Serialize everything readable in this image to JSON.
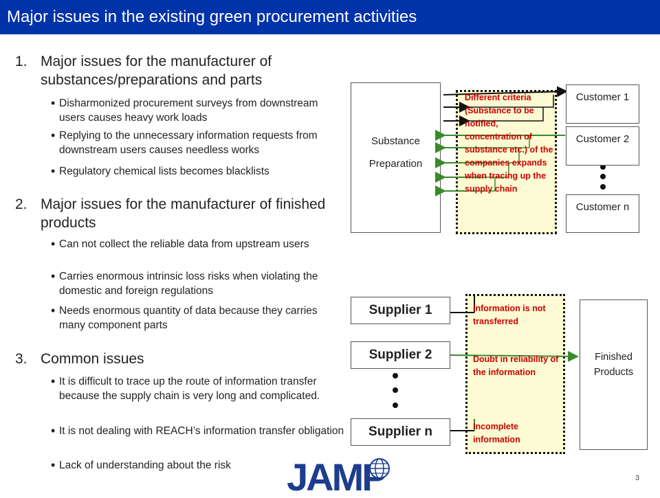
{
  "title": "Major issues in the existing green procurement activities",
  "sections": [
    {
      "num": "1.",
      "heading": "Major issues for the manufacturer of substances/preparations and parts",
      "bullets": [
        "Disharmonized procurement surveys from downstream users causes heavy work loads",
        "Replying to the unnecessary information requests from downstream users causes needless works",
        "Regulatory chemical lists becomes blacklists"
      ]
    },
    {
      "num": "2.",
      "heading": "Major issues for the manufacturer of finished products",
      "bullets": [
        "Can not collect the reliable data from upstream users",
        "Carries enormous intrinsic loss risks when violating the domestic and foreign regulations",
        "Needs enormous quantity of data because they carries many component parts"
      ]
    },
    {
      "num": "3.",
      "heading": "Common issues",
      "bullets": [
        "It is difficult to trace up the route of information transfer because the supply chain is very long and complicated.",
        "It is not dealing with REACH’s information transfer obligation",
        "Lack of understanding about the risk"
      ]
    }
  ],
  "diagram_top": {
    "source_line1": "Substance",
    "source_line2": "Preparation",
    "note": "Different criteria (Substance to be notified, concentration of substance etc.) of the companies expands when tracing up the supply chain",
    "customers": [
      "Customer 1",
      "Customer 2",
      "Customer n"
    ]
  },
  "diagram_bottom": {
    "suppliers": [
      "Supplier 1",
      "Supplier 2",
      "Supplier n"
    ],
    "notes": [
      "Information is not transferred",
      "Doubt in reliability of the information",
      "Incomplete information"
    ],
    "target_line1": "Finished",
    "target_line2": "Products"
  },
  "logo_text": "JAMP",
  "page_number": "3",
  "colors": {
    "title_bg": "#0033aa",
    "arrow_green": "#3a8a2a",
    "note_red": "#cc0000",
    "note_bg": "#fdfbd3",
    "logo_blue": "#1d3d8f"
  }
}
